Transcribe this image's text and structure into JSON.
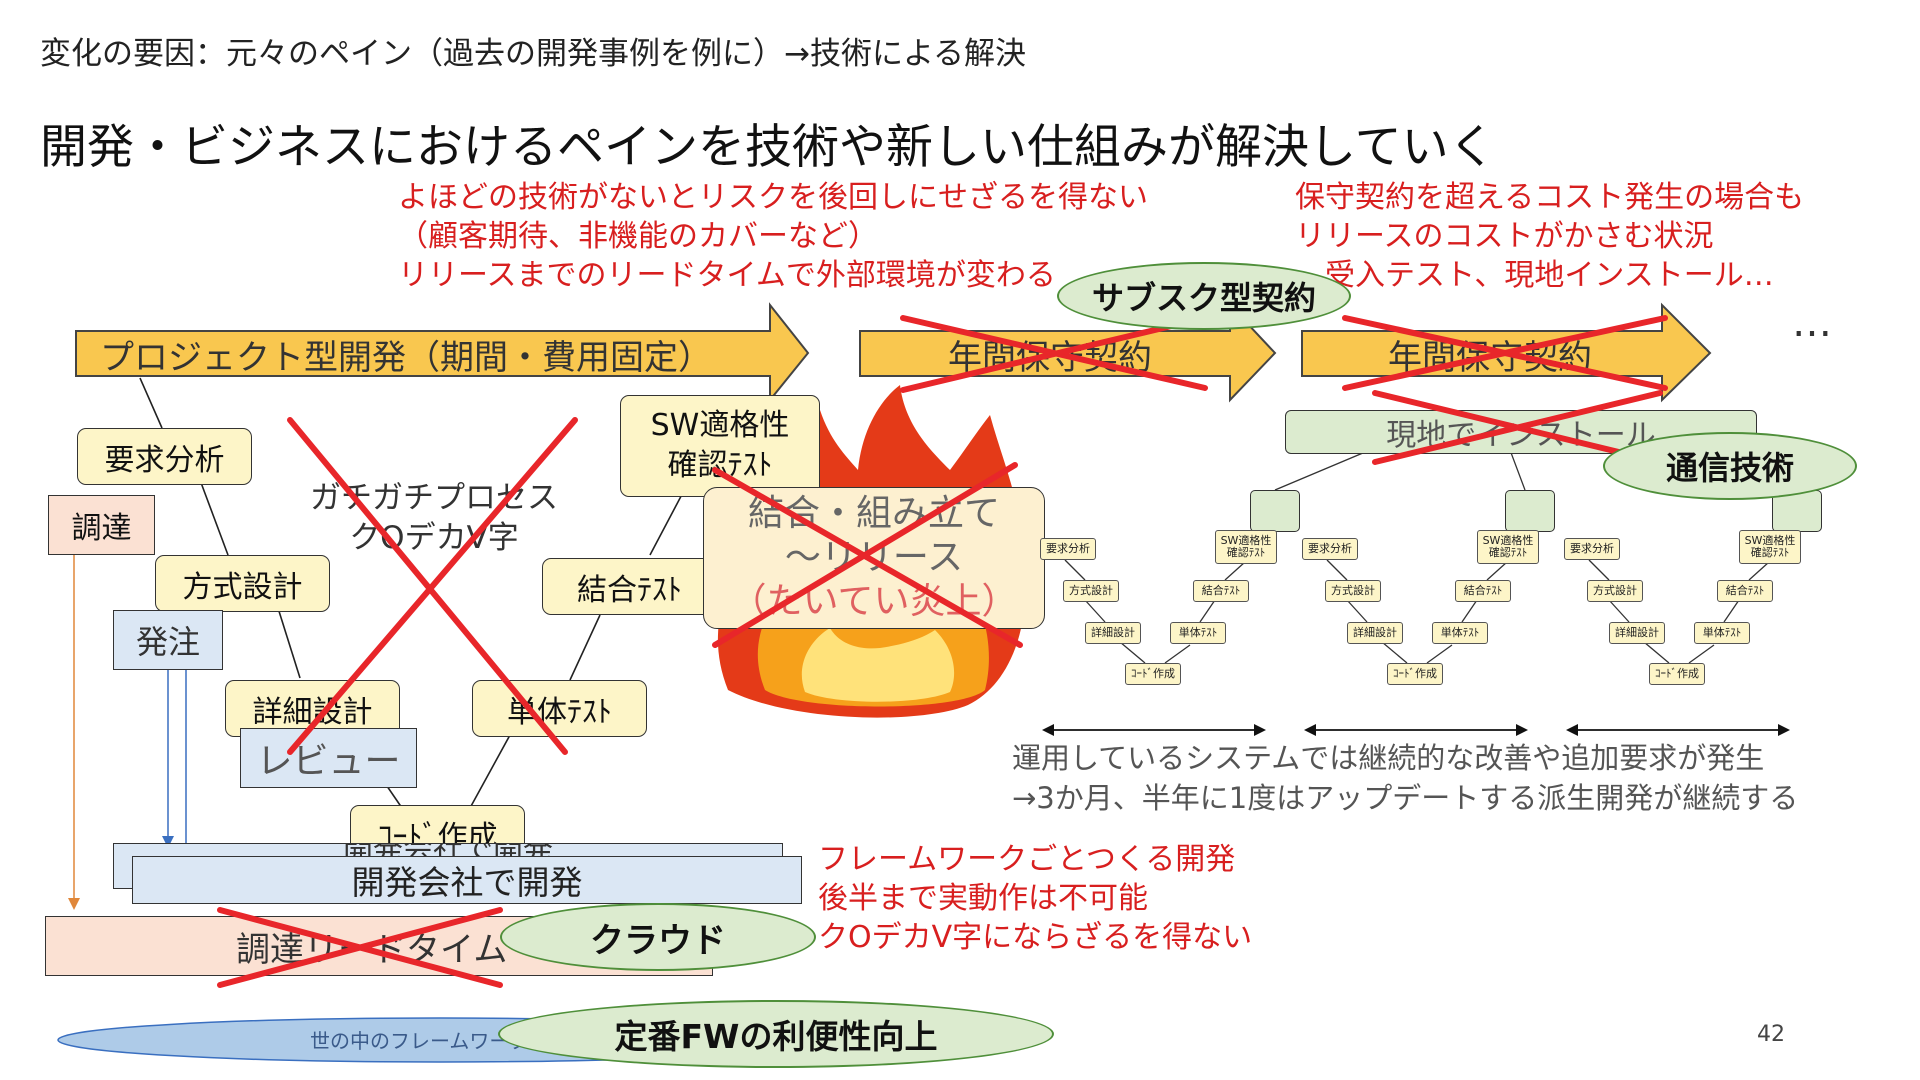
{
  "heading": "変化の要因：元々のペイン（過去の開発事例を例に）→技術による解決",
  "title": "開発・ビジネスにおけるペインを技術や新しい仕組みが解決していく",
  "notes_top_left": [
    "よほどの技術がないとリスクを後回しにせざるを得ない",
    "（顧客期待、非機能のカバーなど）",
    "リリースまでのリードタイムで外部環境が変わる"
  ],
  "notes_top_right": [
    "保守契約を超えるコスト発生の場合も",
    "リリースのコストがかさむ状況",
    "　受入テスト、現地インストール…"
  ],
  "arrows": {
    "project": "プロジェクト型開発（期間・費用固定）",
    "maint1": "年間保守契約",
    "maint2": "年間保守契約",
    "ellipsis": "…"
  },
  "vmodel": {
    "req": "要求分析",
    "arch": "方式設計",
    "detail": "詳細設計",
    "code": "ｺｰﾄﾞ作成",
    "unit": "単体ﾃｽﾄ",
    "integ": "結合ﾃｽﾄ",
    "sw1": "SW適格性",
    "sw2": "確認ﾃｽﾄ",
    "review": "レビュー",
    "procure": "調達",
    "order": "発注",
    "gachi1": "ガチガチプロセス",
    "gachi2": "クOデカV字"
  },
  "fire_box": [
    "結合・組み立て",
    "～リリース",
    "（たいてい炎上）"
  ],
  "install": "現地でインストール",
  "mini": {
    "req": "要求分析",
    "arch": "方式設計",
    "detail": "詳細設計",
    "code": "ｺｰﾄﾞ作成",
    "unit": "単体ﾃｽﾄ",
    "integ": "結合ﾃｽﾄ",
    "sw": "SW適格性確認ﾃｽﾄ"
  },
  "ops_text": [
    "運用しているシステムでは継続的な改善や追加要求が発生",
    "→3か月、半年に1度はアップデートする派生開発が継続する"
  ],
  "dev_company_back": "開発会社で開発",
  "dev_company": "開発会社で開発",
  "procure_lead": "調達リードタイム",
  "framework": "世の中のフレームワーク",
  "notes_bottom": [
    "フレームワークごとつくる開発",
    "後半まで実動作は不可能",
    "クOデカV字にならざるを得ない"
  ],
  "ovals": {
    "subscription": "サブスク型契約",
    "comm": "通信技術",
    "cloud": "クラウド",
    "fw": "定番FWの利便性向上"
  },
  "page_number": "42",
  "colors": {
    "red": "#d81f1f",
    "arrow_fill": "#f9c74f",
    "box_fill": "#fdf5c8",
    "oval_fill": "#dcebcf",
    "blue_fill": "#dbe7f4"
  }
}
